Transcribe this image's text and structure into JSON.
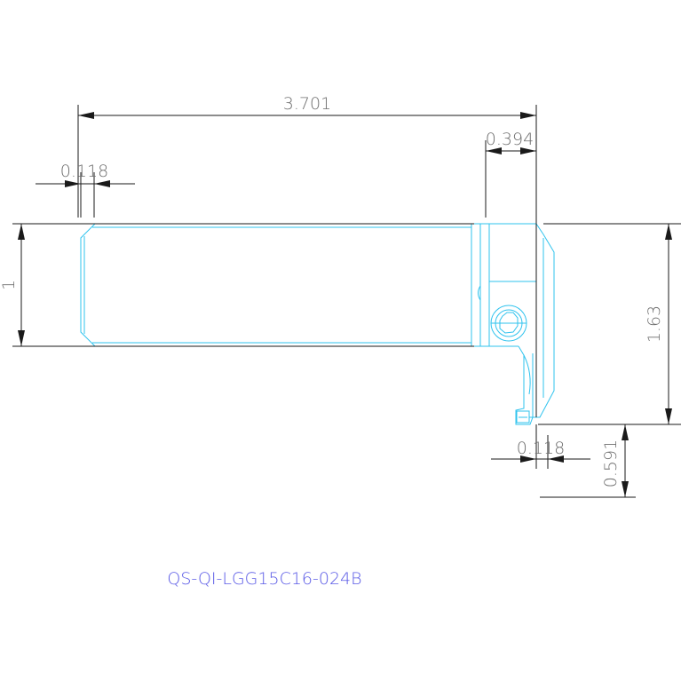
{
  "dimensions": {
    "overall_length": "3.701",
    "head_length": "0.394",
    "chamfer_left": "0.118",
    "shank_height": "1",
    "total_height": "1.63",
    "blade_tip_width": "0.118",
    "blade_depth": "0.591"
  },
  "part_number": "QS-QI-LGG15C16-024B",
  "colors": {
    "outline": "#2fc3ee",
    "dimension": "#1a1a1a",
    "dimension_text": "#6e6e6e",
    "part_number_text": "#5a5ae6"
  }
}
